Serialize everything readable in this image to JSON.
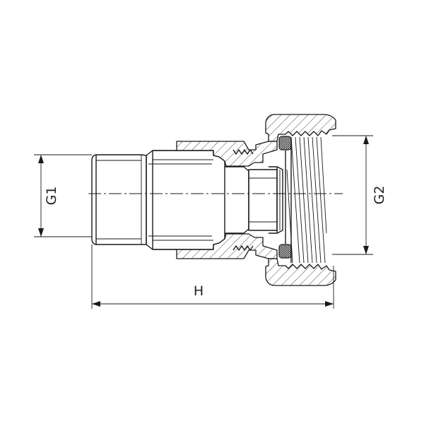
{
  "drawing": {
    "labels": {
      "g1": "G1",
      "g2": "G2",
      "h": "H"
    }
  }
}
